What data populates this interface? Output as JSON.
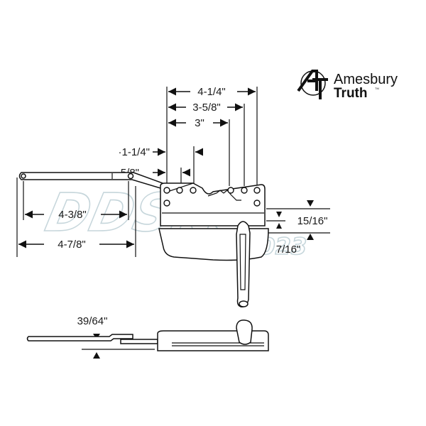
{
  "logo": {
    "brand_line1": "Amesbury",
    "brand_line2": "Truth",
    "trademark": "TM"
  },
  "dimensions": {
    "overall_width": "4-1/4\"",
    "hole_span_outer": "3-5/8\"",
    "hole_span_inner": "3\"",
    "offset_1": "·1-1/4\"",
    "offset_2": "·5/8\"",
    "arm_hole_span": "4-3/8\"",
    "arm_length": "4-7/8\"",
    "body_height": "15/16\"",
    "cover_height": "7/16\"",
    "arm_drop": "39/64\""
  },
  "watermark": {
    "line1": "DDSite",
    "line2": "© 2023"
  }
}
